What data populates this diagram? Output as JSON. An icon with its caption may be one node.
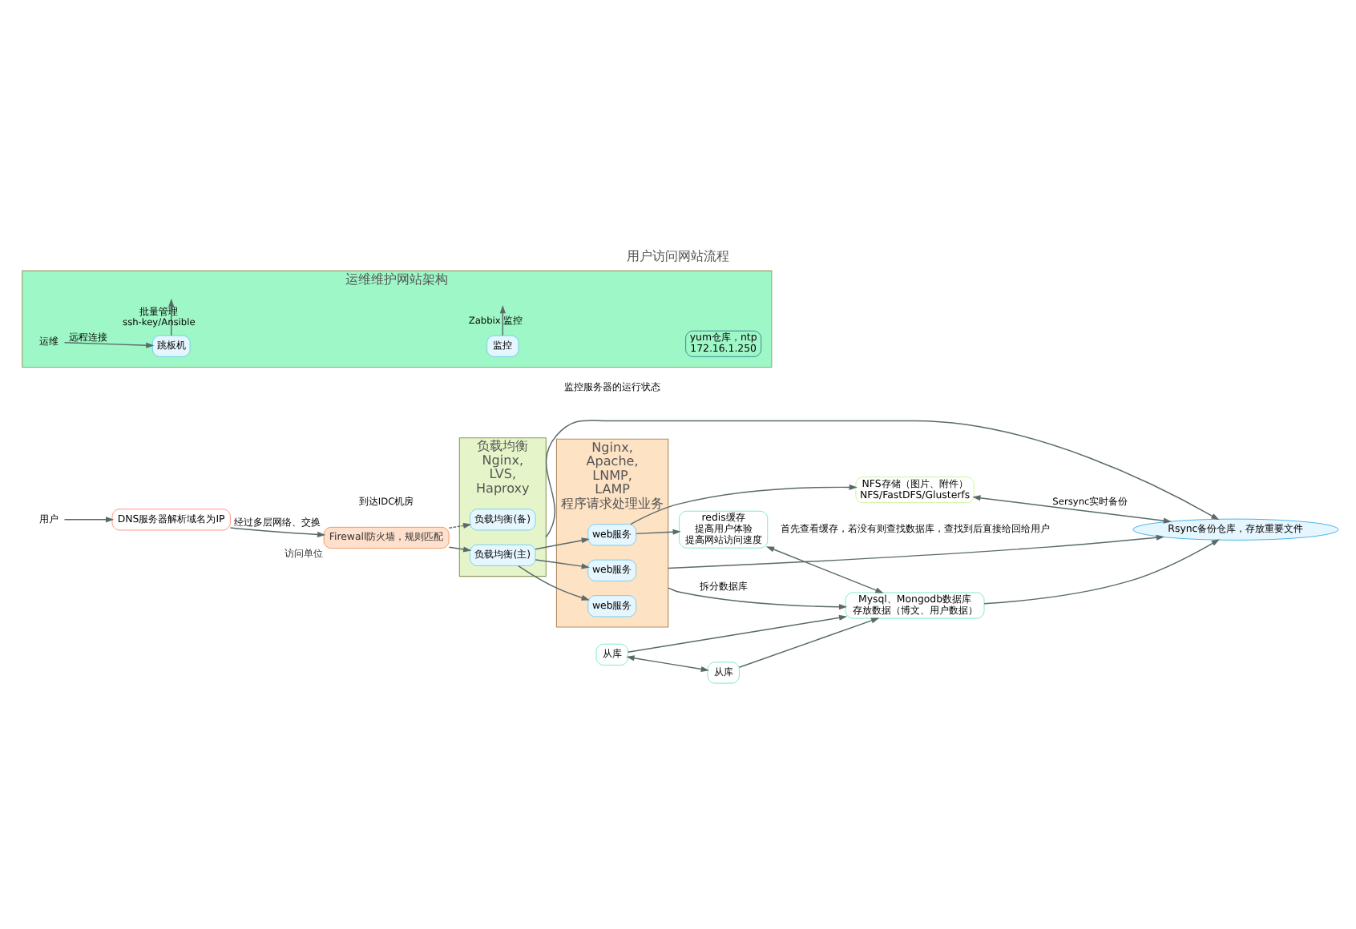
{
  "diagram": {
    "title": "用户访问网站流程",
    "nodes": [
      {
        "text": [
          "用户"
        ]
      },
      {
        "text": [
          "DNS服务器解析域名为IP"
        ]
      },
      {
        "text": [
          "Firewall防火墙，规则匹配"
        ],
        "beside": [
          "访问单位"
        ]
      },
      {
        "text": [
          "负载均衡",
          "Nginx, LVS, Haproxy"
        ]
      },
      {
        "text": [
          "负载均衡(主)"
        ],
        "in": 3
      },
      {
        "text": [
          "负载均衡(备)"
        ],
        "in": 3
      },
      {
        "text": [
          "Nginx, Apache, LNMP, LAMP",
          "程序请求处理业务"
        ]
      },
      {
        "text": [
          "web服务"
        ],
        "in": 6
      },
      {
        "text": [
          "web服务"
        ],
        "in": 6
      },
      {
        "text": [
          "web服务"
        ],
        "in": 6
      },
      {
        "text": [
          "redis缓存",
          "提高用户体验",
          "提高网站访问速度"
        ]
      },
      {
        "text": [
          "Mysql、Mongodb数据库",
          "存放数据（博文、用户数据）"
        ]
      },
      {
        "text": [
          "从库"
        ]
      },
      {
        "text": [
          "从库"
        ]
      },
      {
        "text": [
          "NFS存储（图片、附件）",
          "NFS/FastDFS/Glusterfs"
        ]
      },
      {
        "text": [
          "Rsync备份仓库，存放重要文件"
        ]
      },
      {
        "text": [
          "运维维护网站架构"
        ]
      },
      {
        "text": [
          "运维"
        ],
        "in": 16
      },
      {
        "text": [
          "跳板机"
        ],
        "in": 16
      },
      {
        "text": [
          "监控"
        ],
        "in": 16
      },
      {
        "text": [
          "yum仓库，ntp 172.16.1.250"
        ],
        "in": 16
      }
    ],
    "edges": [
      {
        "from": 0,
        "to": 1,
        "arrow": "to"
      },
      {
        "from": 1,
        "to": 2,
        "arrow": "to",
        "label": "经过多层网络、交换"
      },
      {
        "from": 2,
        "to": 4,
        "arrow": "to"
      },
      {
        "from": 2,
        "to": 5,
        "arrow": "to",
        "style": "dashed"
      },
      {
        "from": 4,
        "to": 7,
        "arrow": "to"
      },
      {
        "from": 4,
        "to": 8,
        "arrow": "to"
      },
      {
        "from": 4,
        "to": 9,
        "arrow": "to"
      },
      {
        "from": 6,
        "to": 11,
        "arrow": "to",
        "label": "拆分数据库"
      },
      {
        "from": 8,
        "to": 10,
        "arrow": "to"
      },
      {
        "from": 8,
        "to": 14,
        "arrow": "to"
      },
      {
        "from": 10,
        "to": 11,
        "arrow": "both"
      },
      {
        "from": 12,
        "to": 11,
        "arrow": "to"
      },
      {
        "from": 12,
        "to": 13,
        "arrow": "both"
      },
      {
        "from": 13,
        "to": 11,
        "arrow": "to"
      },
      {
        "from": 11,
        "to": 15,
        "arrow": "to"
      },
      {
        "from": 14,
        "to": 15,
        "arrow": "both",
        "label": "Sersync实时备份"
      },
      {
        "from": 3,
        "to": 15,
        "arrow": "to"
      },
      {
        "from": 6,
        "to": 15,
        "arrow": "to"
      },
      {
        "from": 17,
        "to": 18,
        "arrow": "to",
        "label": "远程连接"
      },
      {
        "from": 18,
        "to": null,
        "arrow": "to",
        "label": "批量管理 ssh-key/Ansible"
      },
      {
        "from": 19,
        "to": null,
        "arrow": "to",
        "label": "Zabbix 监控"
      }
    ],
    "labels": [
      "到达IDC机房",
      "首先查看缓存，若没有则查找数据库，查找到后直接给回给用户",
      "监控服务器的运行状态"
    ]
  }
}
